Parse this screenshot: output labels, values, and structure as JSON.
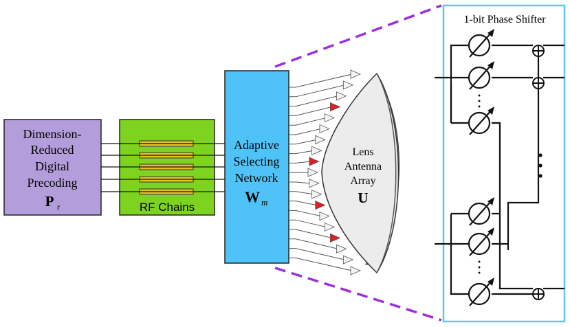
{
  "precoding_block": {
    "lines": [
      "Dimension-",
      "Reduced",
      "Digital",
      "Precoding"
    ],
    "symbol": "P",
    "symbol_sub": "r",
    "fill": "#b39ddb"
  },
  "rf_block": {
    "label": "RF Chains",
    "fill": "#7ed321",
    "bar_fill": "#e6c229"
  },
  "selecting_block": {
    "lines": [
      "Adaptive",
      "Selecting",
      "Network"
    ],
    "symbol": "W",
    "symbol_sub": "m",
    "fill": "#4fc3f7"
  },
  "lens": {
    "lines": [
      "Lens",
      "Antenna",
      "Array"
    ],
    "symbol": "U",
    "feed_color": "#e02020"
  },
  "phase_shifter_panel": {
    "title": "1-bit Phase Shifter",
    "border_color": "#5bc8ec",
    "vdots": "·\n·\n·"
  },
  "colors": {
    "zoom_line": "#9b30d9",
    "line": "#111111"
  }
}
